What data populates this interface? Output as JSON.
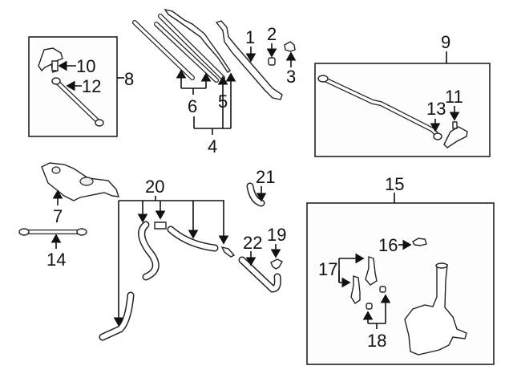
{
  "diagram": {
    "title": "Windshield Wiper & Washer Components",
    "callouts": [
      {
        "id": "1",
        "part": "wiper-arm"
      },
      {
        "id": "2",
        "part": "nut"
      },
      {
        "id": "3",
        "part": "cap"
      },
      {
        "id": "4",
        "part": "wiper-blade-assembly"
      },
      {
        "id": "5",
        "part": "blade-insert"
      },
      {
        "id": "6",
        "part": "blade-refill"
      },
      {
        "id": "7",
        "part": "wiper-motor"
      },
      {
        "id": "8",
        "part": "linkage-assembly-left"
      },
      {
        "id": "9",
        "part": "linkage-assembly-right"
      },
      {
        "id": "10",
        "part": "pivot"
      },
      {
        "id": "11",
        "part": "pivot"
      },
      {
        "id": "12",
        "part": "link-rod"
      },
      {
        "id": "13",
        "part": "bushing"
      },
      {
        "id": "14",
        "part": "connecting-rod"
      },
      {
        "id": "15",
        "part": "washer-reservoir-assembly"
      },
      {
        "id": "16",
        "part": "filler-cap-seal"
      },
      {
        "id": "17",
        "part": "washer-pump"
      },
      {
        "id": "18",
        "part": "grommet"
      },
      {
        "id": "19",
        "part": "washer-nozzle"
      },
      {
        "id": "20",
        "part": "washer-hose"
      },
      {
        "id": "21",
        "part": "hose"
      },
      {
        "id": "22",
        "part": "hose"
      }
    ]
  }
}
